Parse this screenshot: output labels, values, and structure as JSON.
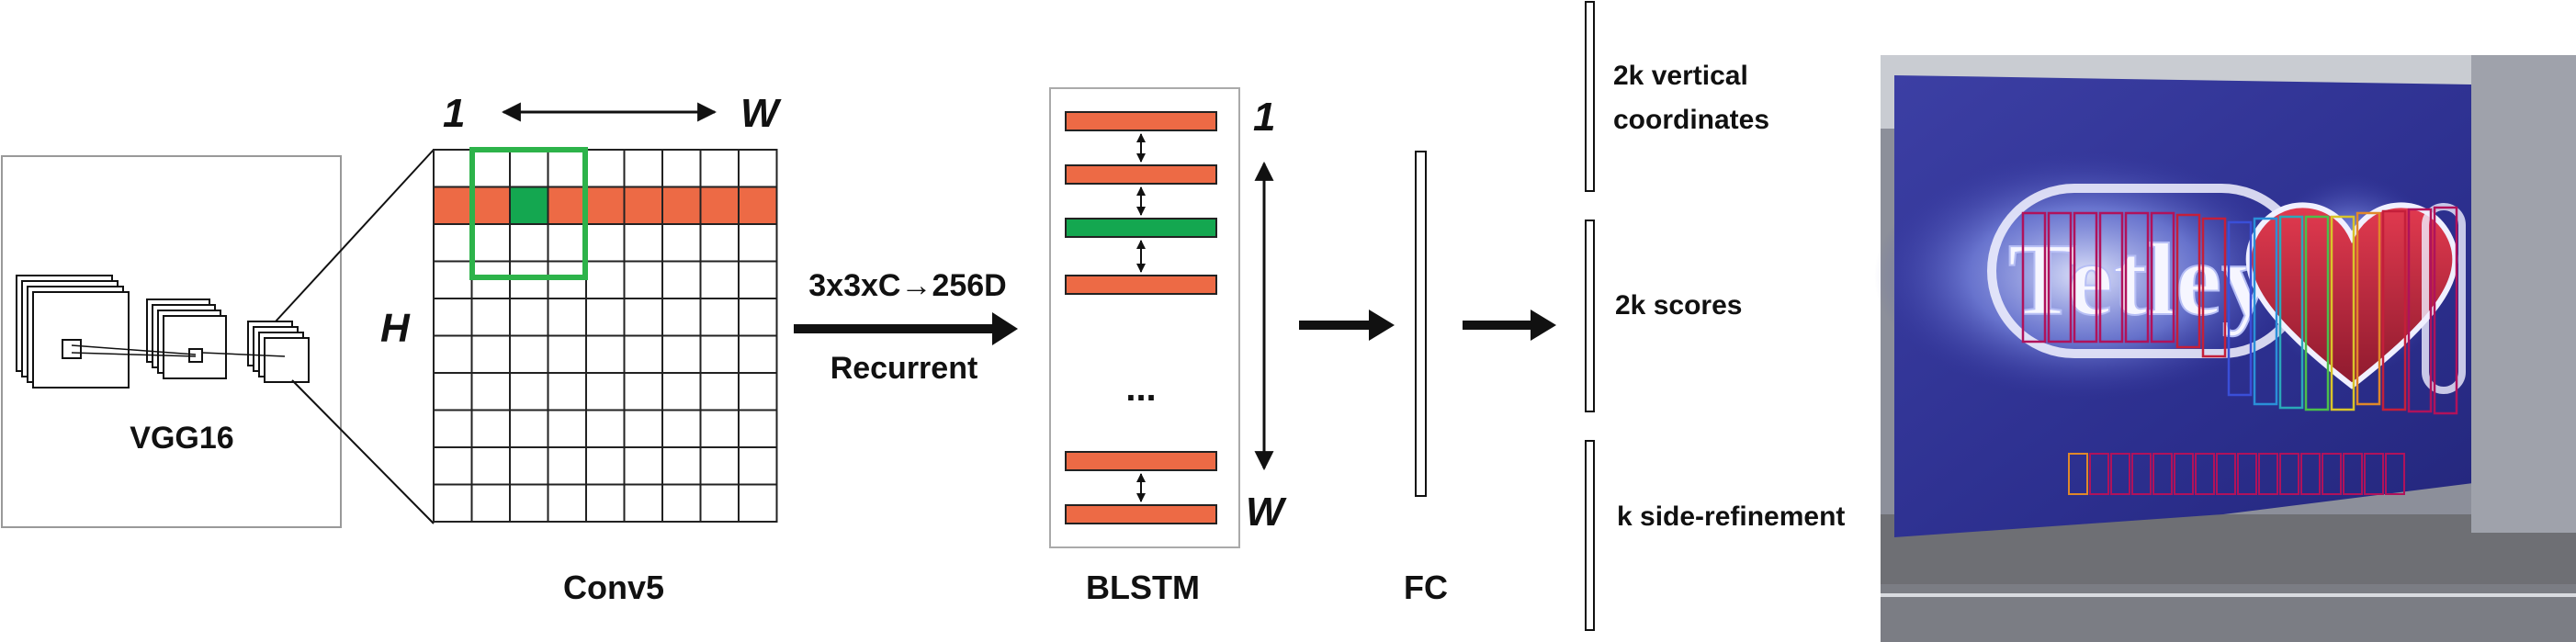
{
  "vgg": {
    "label": "VGG16"
  },
  "conv5": {
    "label": "Conv5",
    "axis_top_left": "1",
    "axis_top_right": "W",
    "axis_side": "H",
    "cols": 9,
    "rows": 10,
    "highlight_row": 2,
    "highlight_cell": 3
  },
  "transform": {
    "label_top": "3x3xC→256D",
    "label_bottom": "Recurrent"
  },
  "blstm": {
    "label": "BLSTM",
    "axis_top": "1",
    "axis_bottom": "W",
    "ellipsis": "...",
    "units": [
      "orange",
      "orange",
      "green",
      "orange",
      "orange",
      "orange"
    ]
  },
  "fc": {
    "label": "FC"
  },
  "outputs": [
    {
      "lines": [
        "2k vertical",
        "coordinates"
      ]
    },
    {
      "lines": [
        "2k scores"
      ]
    },
    {
      "lines": [
        "k side-refinement"
      ]
    }
  ],
  "photo": {
    "sign_text": "Tetley"
  },
  "colors": {
    "orange": "#ED6A45",
    "green": "#14A750",
    "green_frame": "#2DB34A",
    "grid_line": "#222222",
    "photo_bg": "#2C2F8E"
  }
}
